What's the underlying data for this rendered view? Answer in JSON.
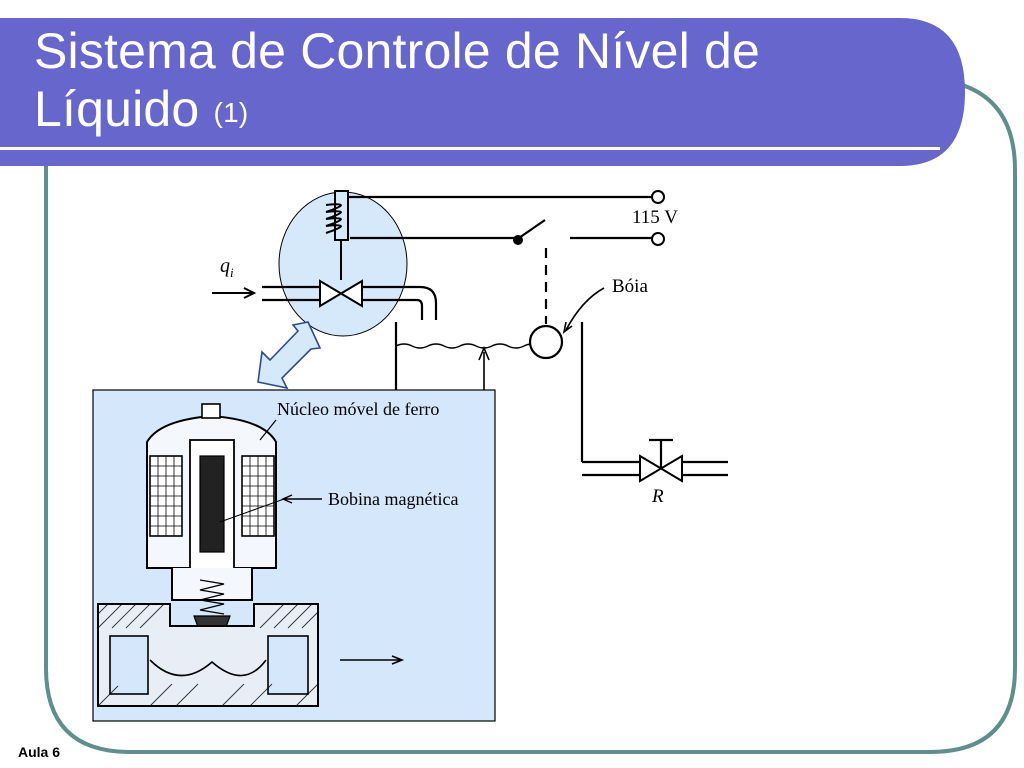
{
  "slide": {
    "title_line1": "Sistema de Controle de Nível de",
    "title_line2": "Líquido",
    "title_superscript": "(1)",
    "footer": "Aula 6"
  },
  "diagram": {
    "labels": {
      "voltage": "115 V",
      "float": "Bóia",
      "inflow_symbol": "q",
      "inflow_subscript": "i",
      "valve_symbol": "R",
      "core": "Núcleo móvel de ferro",
      "coil": "Bobina magnética"
    }
  },
  "colors": {
    "title_bar": "#6666cc",
    "border": "#5f8f8d",
    "highlight_fill": "#d6e9fb",
    "inset_fill": "#d4e7fb"
  }
}
